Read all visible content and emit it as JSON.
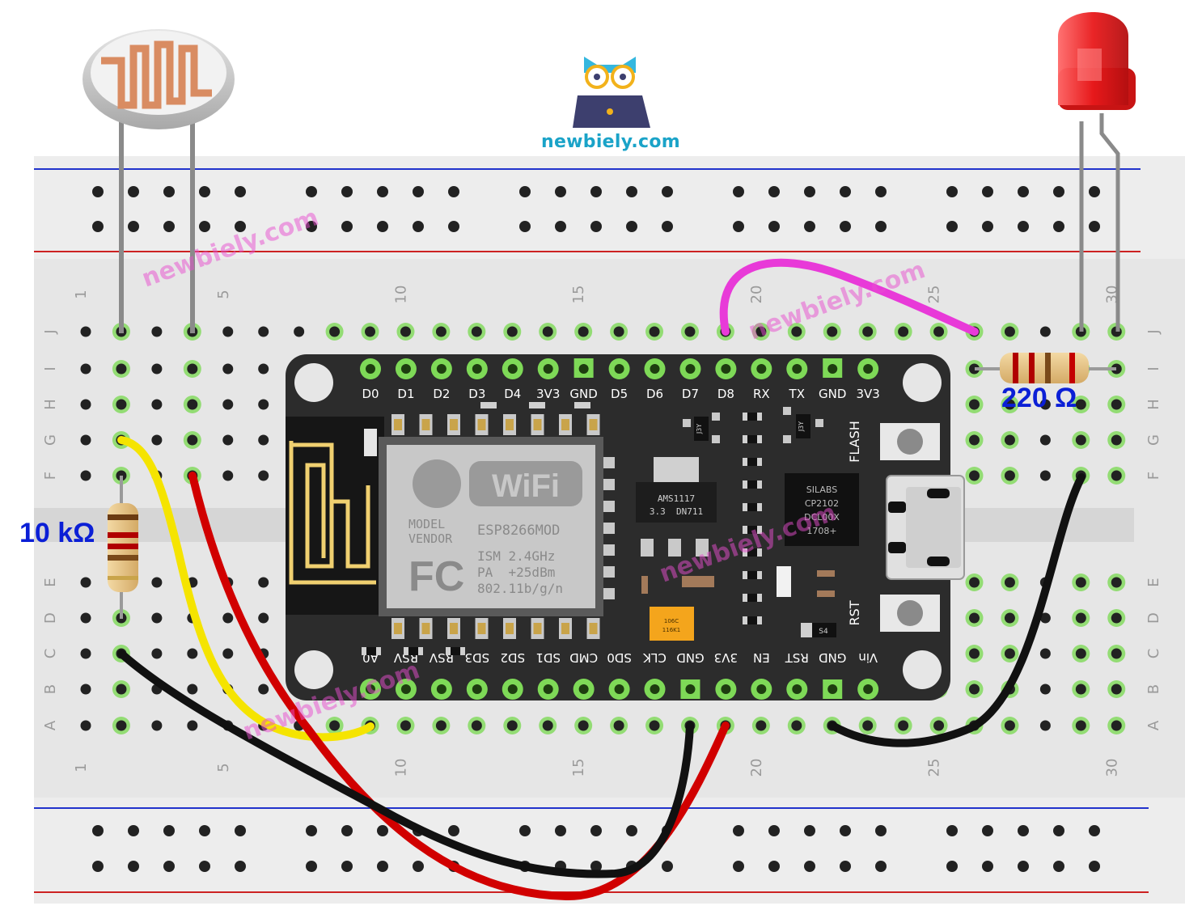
{
  "brand": {
    "site": "newbiely.com",
    "watermark": "newbiely.com",
    "colors": {
      "site_text": "#1aa3c8",
      "owl_laptop": "#3d3f6e",
      "owl_eyes": "#f2b21b",
      "owl_head": "#34b7df",
      "watermark": "#e84fd0"
    }
  },
  "breadboard": {
    "rows": [
      "J",
      "I",
      "H",
      "G",
      "F",
      "E",
      "D",
      "C",
      "B",
      "A"
    ],
    "column_marks": [
      "1",
      "5",
      "10",
      "15",
      "20",
      "25",
      "30"
    ],
    "colors": {
      "body": "#e4e4e4",
      "rail_blue": "#2233cc",
      "rail_red": "#cc2222",
      "hole": "#222222",
      "hole_active": "#7ed957"
    }
  },
  "board": {
    "top_pins": [
      "D0",
      "D1",
      "D2",
      "D3",
      "D4",
      "3V3",
      "GND",
      "D5",
      "D6",
      "D7",
      "D8",
      "RX",
      "TX",
      "GND",
      "3V3"
    ],
    "bottom_pins": [
      "A0",
      "RSV",
      "RSV",
      "SD3",
      "SD2",
      "SD1",
      "CMD",
      "SD0",
      "CLK",
      "GND",
      "3V3",
      "EN",
      "RST",
      "GND",
      "Vin"
    ],
    "buttons": [
      "FLASH",
      "RST"
    ],
    "module": {
      "logo_text": "WiFi",
      "model_label": "MODEL",
      "vendor_label": "VENDOR",
      "model": "ESP8266MOD",
      "fcc": "FC",
      "specs": [
        "ISM 2.4GHz",
        "PA  +25dBm",
        "802.11b/g/n"
      ]
    },
    "regulator": [
      "AMS1117",
      "3.3  DN711"
    ],
    "usb_chip": [
      "SILABS",
      "CP2102",
      "DCL00X",
      "1708+"
    ],
    "cap_label": [
      "106C",
      "116K1"
    ],
    "j3y": "J3Y",
    "s4": "S4",
    "colors": {
      "pcb": "#2c2c2c",
      "pin": "#7ed957",
      "silk": "#ffffff"
    }
  },
  "components": {
    "resistor_10k": {
      "label": "10 kΩ"
    },
    "resistor_220": {
      "label": "220 Ω"
    },
    "led": {
      "color": "#e8191b"
    },
    "ldr": {
      "color": "#d98c62"
    }
  },
  "wires": {
    "colors": {
      "yellow": "#f5e400",
      "red": "#d10000",
      "black": "#111111",
      "magenta": "#e83ad8"
    }
  }
}
